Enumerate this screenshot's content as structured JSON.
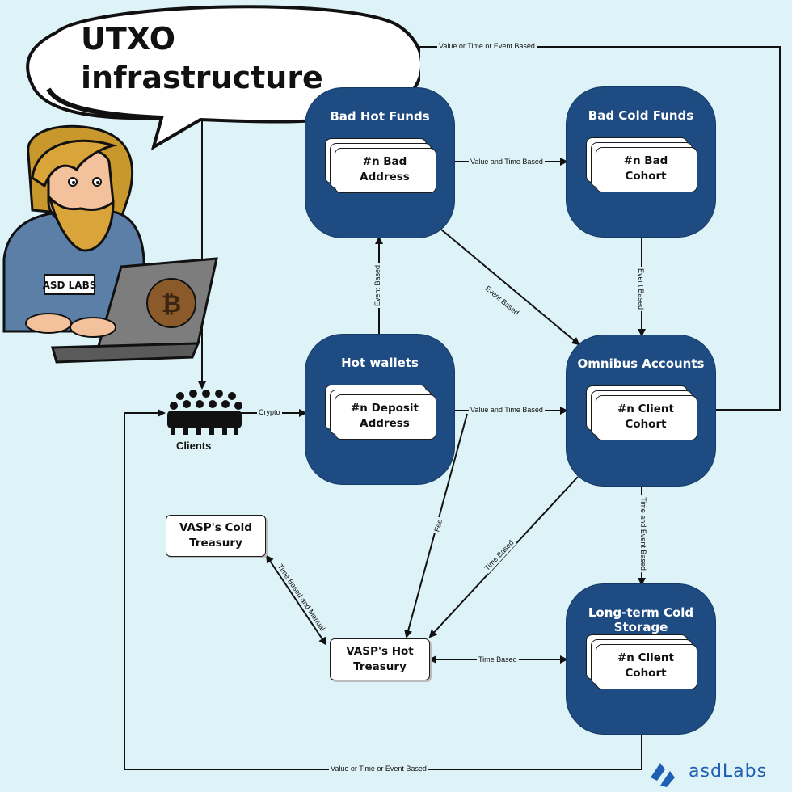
{
  "title": "UTXO infrastructure",
  "title_lines": [
    "UTXO",
    "infrastructure"
  ],
  "shirt_text": "ASD LABS",
  "clients_label": "Clients",
  "brand": "asdLabs",
  "nodes": {
    "bad_hot": {
      "title": "Bad Hot Funds",
      "card": [
        "#n Bad",
        "Address"
      ]
    },
    "bad_cold": {
      "title": "Bad Cold Funds",
      "card": [
        "#n Bad",
        "Cohort"
      ]
    },
    "hot_wallets": {
      "title": "Hot wallets",
      "card": [
        "#n Deposit",
        "Address"
      ]
    },
    "omnibus": {
      "title": "Omnibus Accounts",
      "card": [
        "#n Client",
        "Cohort"
      ]
    },
    "long_term": {
      "title": "Long-term Cold Storage",
      "card": [
        "#n Client",
        "Cohort"
      ]
    }
  },
  "treasuries": {
    "cold": [
      "VASP's Cold",
      "Treasury"
    ],
    "hot": [
      "VASP's Hot",
      "Treasury"
    ]
  },
  "edges": {
    "top_loop": "Value or Time or Event Based",
    "badhot_to_badcold": "Value and Time Based",
    "badhot_to_omnibus": "Event Based",
    "badcold_to_omnibus": "Event Based",
    "hot_to_badhot": "Event Based",
    "clients_to_hot": "Crypto",
    "hot_to_omnibus": "Value and Time Based",
    "hot_to_hottreasury": "Fee",
    "omnibus_to_hottreasury": "Time Based",
    "omnibus_to_longterm": "Time and Event Based",
    "cold_hot_treasury": "Time Based and Manual",
    "hottreasury_longterm": "Time Based",
    "bottom_loop": "Value or Time or Event Based"
  },
  "colors": {
    "background": "#def3f7",
    "node": "#1d4b82",
    "brand": "#1f5fb3"
  }
}
